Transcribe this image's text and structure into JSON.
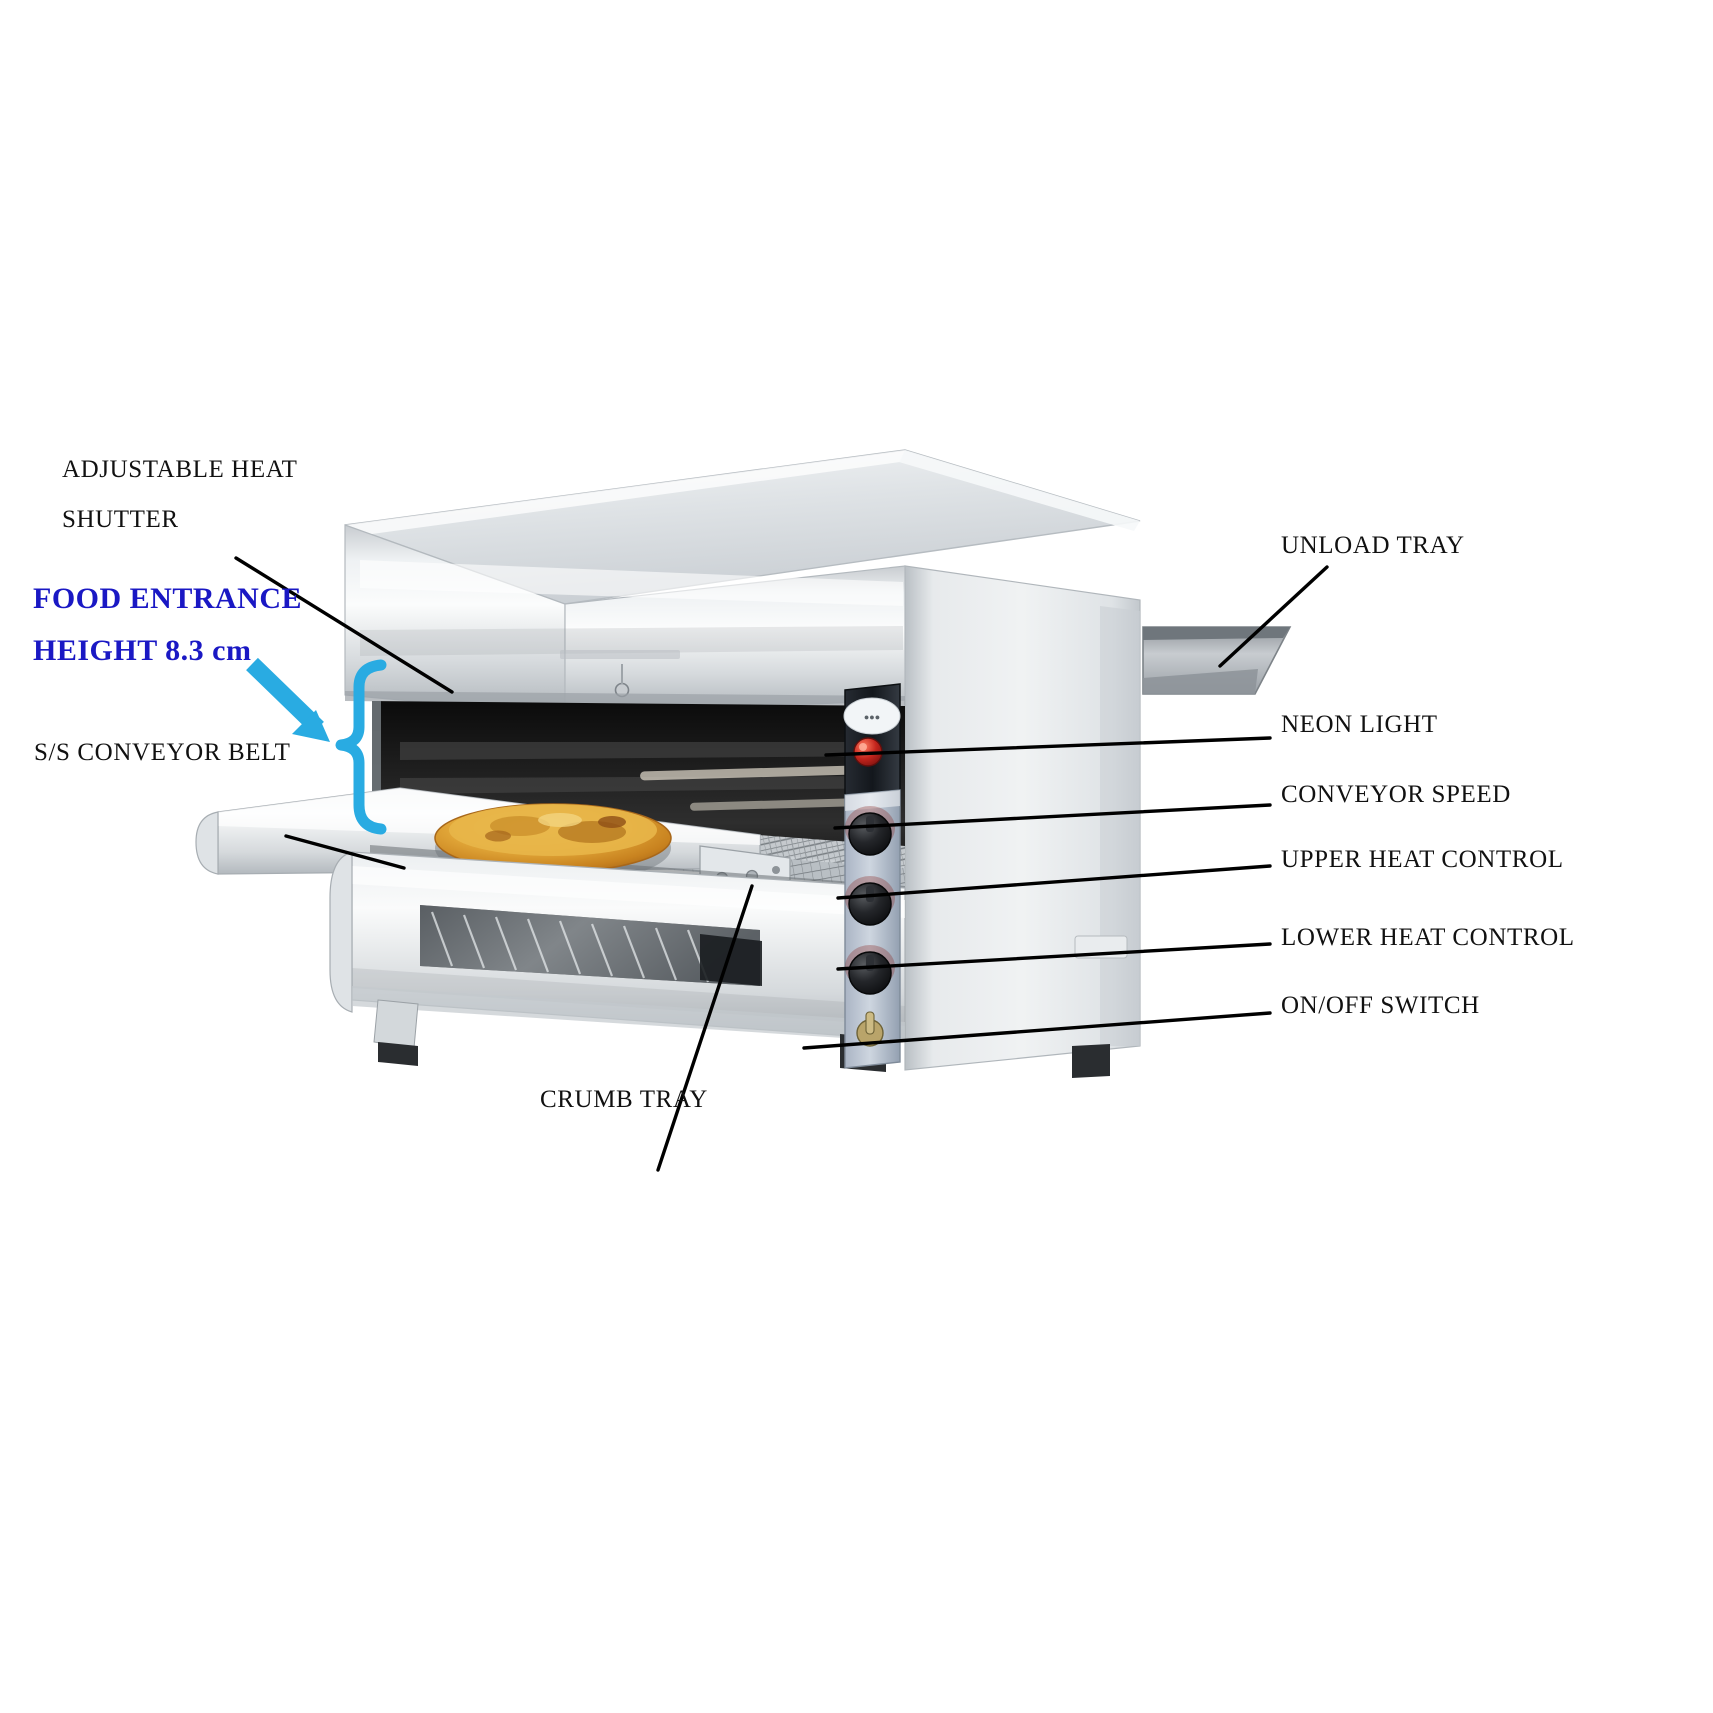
{
  "diagram": {
    "title": "Conveyor Toaster Oven Labelled Diagram",
    "subject": "stainless-steel conveyor pizza toaster oven",
    "background_color": "#ffffff",
    "label_color": "#111111",
    "highlight_color": "#1a18c4",
    "callout_color": "#29ABE2",
    "leader_line_color": "#000000"
  },
  "labels": {
    "adjustable_heat_shutter_line1": "ADJUSTABLE HEAT",
    "adjustable_heat_shutter_line2": "SHUTTER",
    "food_entrance_line1": "FOOD ENTRANCE",
    "food_entrance_line2": "HEIGHT 8.3 cm",
    "conveyor_belt": "S/S CONVEYOR BELT",
    "crumb_tray": "CRUMB TRAY",
    "unload_tray": "UNLOAD TRAY",
    "neon_light": "NEON LIGHT",
    "conveyor_speed": "CONVEYOR SPEED",
    "upper_heat_control": "UPPER HEAT CONTROL",
    "lower_heat_control": "LOWER HEAT CONTROL",
    "on_off_switch": "ON/OFF SWITCH"
  },
  "callout_annotation": {
    "measurement": "8.3 cm",
    "measurement_of": "FOOD ENTRANCE HEIGHT",
    "marker": "brace-and-arrow"
  },
  "appliance": {
    "body_color": "#d9dcdf",
    "cavity_color": "#141414",
    "panel_color": "#1e2229",
    "knob_color": "#1b1b1f",
    "neon_color": "#c12020",
    "food_item": "pizza",
    "food_color": "#d99a2b",
    "control_panel_items": [
      "neon-light",
      "conveyor-speed-knob",
      "upper-heat-knob",
      "lower-heat-knob",
      "on-off-switch"
    ]
  }
}
